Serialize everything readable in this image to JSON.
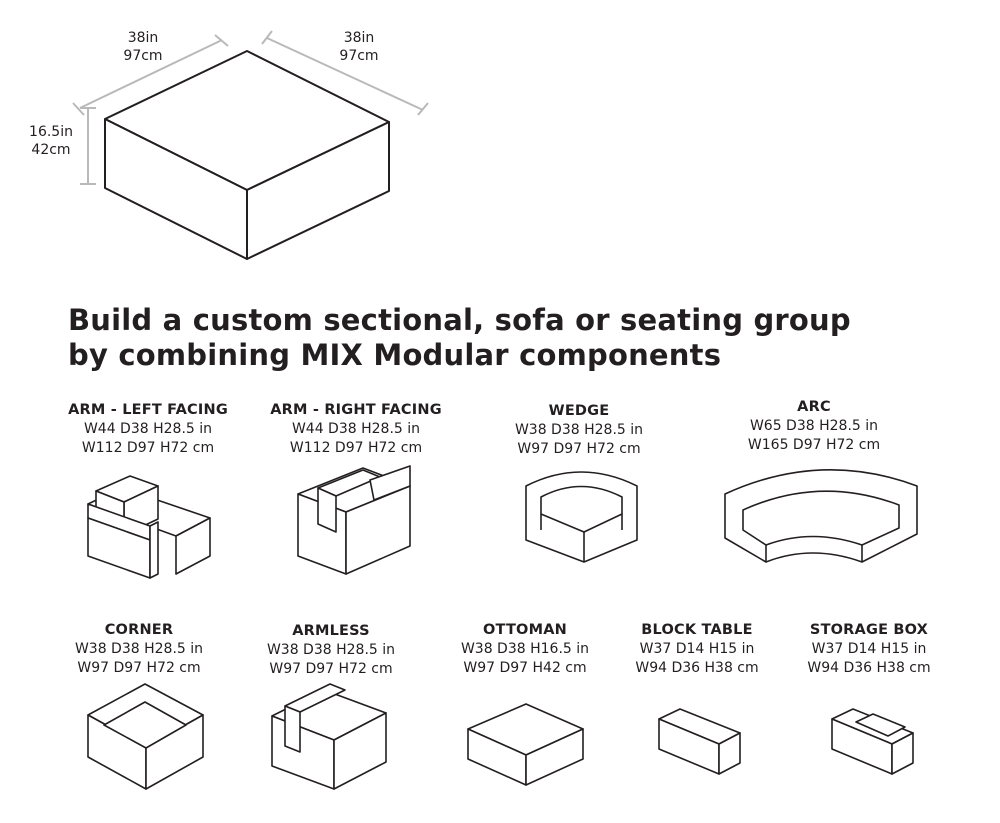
{
  "dimensions": {
    "width_left": [
      "38in",
      "97cm"
    ],
    "width_right": [
      "38in",
      "97cm"
    ],
    "height": [
      "16.5in",
      "42cm"
    ]
  },
  "headline": [
    "Build a custom sectional, sofa or seating group",
    "by combining MIX Modular components"
  ],
  "components": [
    {
      "name": "ARM - LEFT FACING",
      "spec_in": "W44 D38 H28.5 in",
      "spec_cm": "W112 D97 H72 cm",
      "icon": "arm-left-facing-icon"
    },
    {
      "name": "ARM - RIGHT FACING",
      "spec_in": "W44 D38 H28.5 in",
      "spec_cm": "W112 D97 H72 cm",
      "icon": "arm-right-facing-icon"
    },
    {
      "name": "WEDGE",
      "spec_in": "W38 D38 H28.5 in",
      "spec_cm": "W97 D97 H72 cm",
      "icon": "wedge-icon"
    },
    {
      "name": "ARC",
      "spec_in": "W65 D38 H28.5 in",
      "spec_cm": "W165 D97 H72 cm",
      "icon": "arc-icon"
    },
    {
      "name": "CORNER",
      "spec_in": "W38 D38 H28.5 in",
      "spec_cm": "W97 D97 H72 cm",
      "icon": "corner-icon"
    },
    {
      "name": "ARMLESS",
      "spec_in": "W38 D38 H28.5 in",
      "spec_cm": "W97 D97 H72 cm",
      "icon": "armless-icon"
    },
    {
      "name": "OTTOMAN",
      "spec_in": "W38 D38 H16.5 in",
      "spec_cm": "W97 D97 H42 cm",
      "icon": "ottoman-icon"
    },
    {
      "name": "BLOCK TABLE",
      "spec_in": "W37 D14 H15 in",
      "spec_cm": "W94 D36 H38 cm",
      "icon": "block-table-icon"
    },
    {
      "name": "STORAGE BOX",
      "spec_in": "W37 D14 H15 in",
      "spec_cm": "W94 D36 H38 cm",
      "icon": "storage-box-icon"
    }
  ]
}
